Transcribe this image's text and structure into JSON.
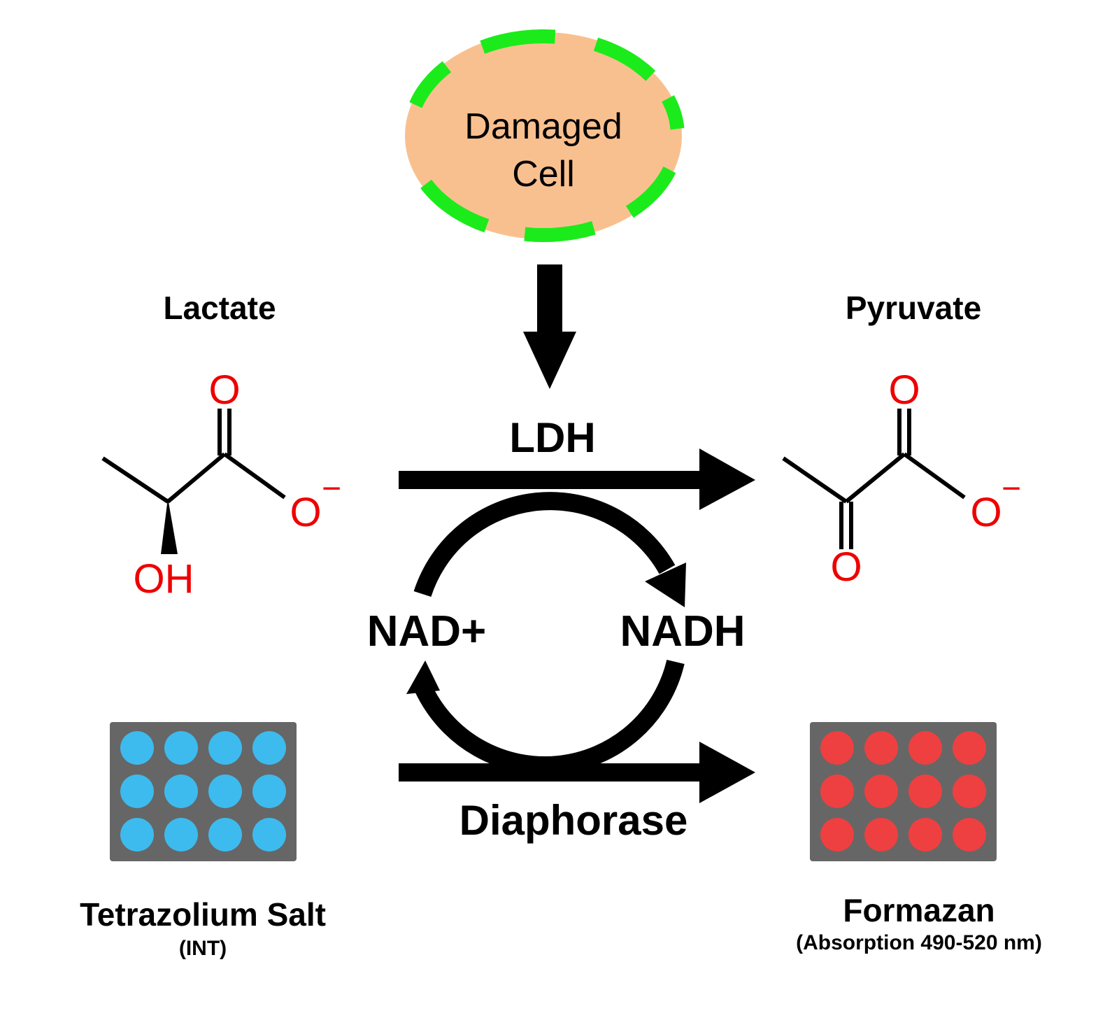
{
  "cell": {
    "line1": "Damaged",
    "line2": "Cell"
  },
  "enzymes": {
    "ldh": "LDH",
    "diaphorase": "Diaphorase"
  },
  "cofactors": {
    "nad_plus": "NAD+",
    "nadh": "NADH"
  },
  "lactate": {
    "title": "Lactate",
    "carbonyl_o": "O",
    "carboxylate_o": "O",
    "charge": "−",
    "hydroxyl": "OH"
  },
  "pyruvate": {
    "title": "Pyruvate",
    "carbonyl_o_top": "O",
    "carboxylate_o": "O",
    "charge": "−",
    "keto_o": "O"
  },
  "tetrazolium": {
    "title": "Tetrazolium Salt",
    "subtitle": "(INT)"
  },
  "formazan": {
    "title": "Formazan",
    "subtitle": "(Absorption 490-520 nm)"
  },
  "colors": {
    "cell_fill": "#F9C08F",
    "membrane": "#1BEB1B",
    "oxygen": "#EE0000",
    "plate": "#666666",
    "int_well": "#3DBBEE",
    "formazan_well": "#EE4040"
  }
}
